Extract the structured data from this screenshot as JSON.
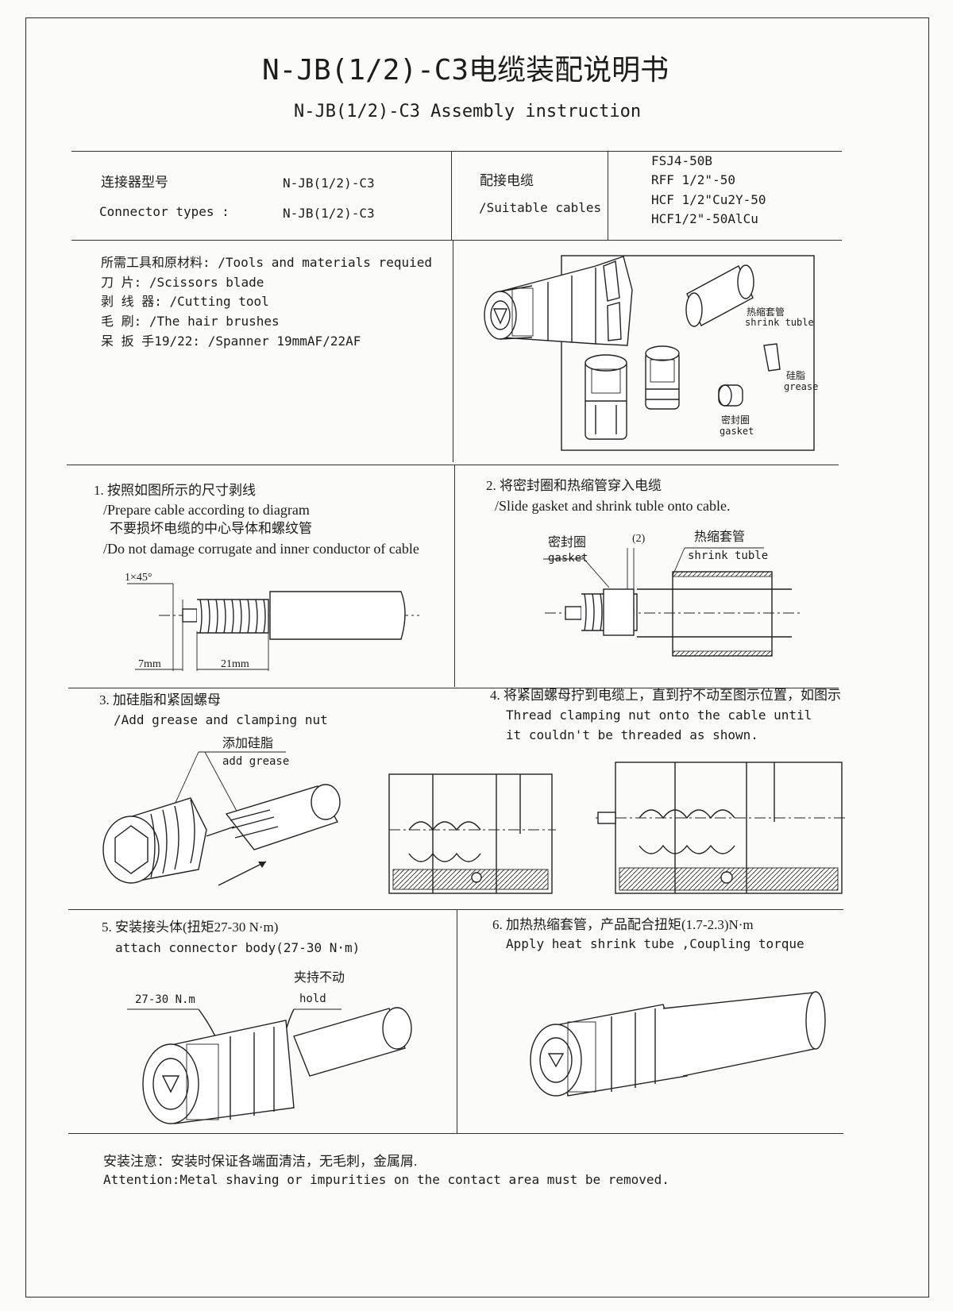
{
  "title": "N-JB(1/2)-C3电缆装配说明书",
  "subtitle": "N-JB(1/2)-C3 Assembly instruction",
  "connector": {
    "label_cn": "连接器型号",
    "label_en": "Connector types :",
    "value_1": "N-JB(1/2)-C3",
    "value_2": "N-JB(1/2)-C3"
  },
  "cables": {
    "label_cn": "配接电缆",
    "label_en": "/Suitable cables",
    "items": [
      "FSJ4-50B",
      "RFF 1/2\"-50",
      "HCF 1/2\"Cu2Y-50",
      "HCF1/2\"-50AlCu"
    ]
  },
  "tools": {
    "lines": [
      "所需工具和原材料: /Tools and materials requied",
      "刀    片: /Scissors blade",
      "剥 线 器: /Cutting tool",
      "毛    刷: /The hair brushes",
      "呆 扳 手19/22: /Spanner 19mmAF/22AF"
    ]
  },
  "parts": {
    "shrink_cn": "热缩套管",
    "shrink_en": "shrink tuble",
    "grease_cn": "硅脂",
    "grease_en": "grease",
    "gasket_cn": "密封圈",
    "gasket_en": "gasket"
  },
  "step1": {
    "line1": "1. 按照如图所示的尺寸剥线",
    "line2": "/Prepare cable according to diagram",
    "line3": "不要损坏电缆的中心导体和螺纹管",
    "line4": "/Do not damage corrugate and inner conductor of cable",
    "dim_chamfer": "1×45°",
    "dim_a": "7mm",
    "dim_b": "21mm"
  },
  "step2": {
    "line1": "2. 将密封圈和热缩管穿入电缆",
    "line2": "/Slide gasket  and shrink tuble  onto cable.",
    "gasket_cn": "密封圈",
    "gasket_en": "gasket",
    "gap": "(2)",
    "shrink_cn": "热缩套管",
    "shrink_en": "shrink tuble"
  },
  "step3": {
    "line1": "3. 加硅脂和紧固螺母",
    "line2": "/Add grease and clamping nut",
    "grease_cn": "添加硅脂",
    "grease_en": "add grease"
  },
  "step4": {
    "line1": "4. 将紧固螺母拧到电缆上，直到拧不动至图示位置，如图示",
    "line2": "Thread clamping nut onto the cable until",
    "line3": "it couldn't be threaded as shown."
  },
  "step5": {
    "line1": "5. 安装接头体(扭矩27-30 N·m)",
    "line2": "attach connector body(27-30 N·m)",
    "torque": "27-30 N.m",
    "hold_cn": "夹持不动",
    "hold_en": "hold"
  },
  "step6": {
    "line1": "6. 加热热缩套管，产品配合扭矩(1.7-2.3)N·m",
    "line2": "Apply heat shrink tube ,Coupling torque"
  },
  "attention": {
    "line_cn": "安装注意：安装时保证各端面清洁，无毛刺，金属屑.",
    "line_en": "Attention:Metal shaving or impurities on the contact area must be removed."
  }
}
